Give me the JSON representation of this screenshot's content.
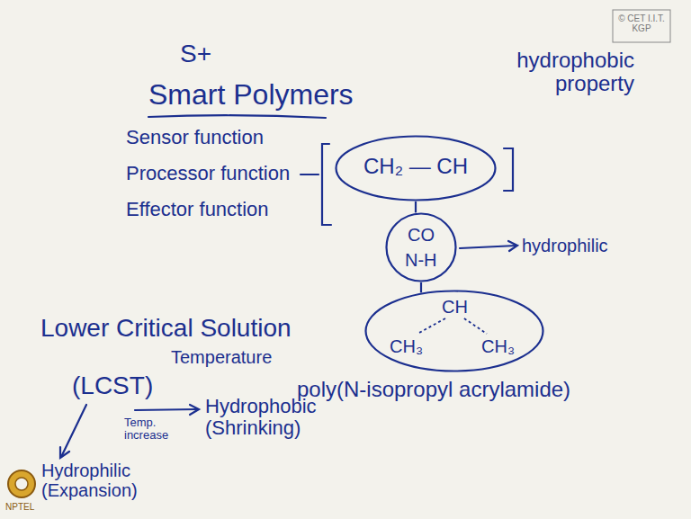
{
  "diagram": {
    "nodes": [
      {
        "text": [
          "© CET I.I.T. KGP"
        ]
      },
      {
        "text": [
          "CH₂ — CH"
        ]
      },
      {
        "text": [
          "CO",
          "N-H"
        ]
      },
      {
        "text": [
          "CH",
          "CH₃",
          "CH₃"
        ]
      }
    ],
    "edges": [
      {
        "from": 1,
        "to": 2,
        "arrow": "none"
      },
      {
        "from": 2,
        "to": 3,
        "arrow": "none"
      }
    ],
    "labels": [
      "S+",
      "Smart Polymers",
      "hydrophobic property",
      "Sensor function",
      "Processor function",
      "Effector function",
      "hydrophilic",
      "Lower Critical Solution",
      "Temperature",
      "(LCST)",
      "poly(N-isopropyl acrylamide)",
      "Temp. increase",
      "Hydrophobic (Shrinking)",
      "Hydrophilic (Expansion)",
      "NPTEL"
    ]
  }
}
